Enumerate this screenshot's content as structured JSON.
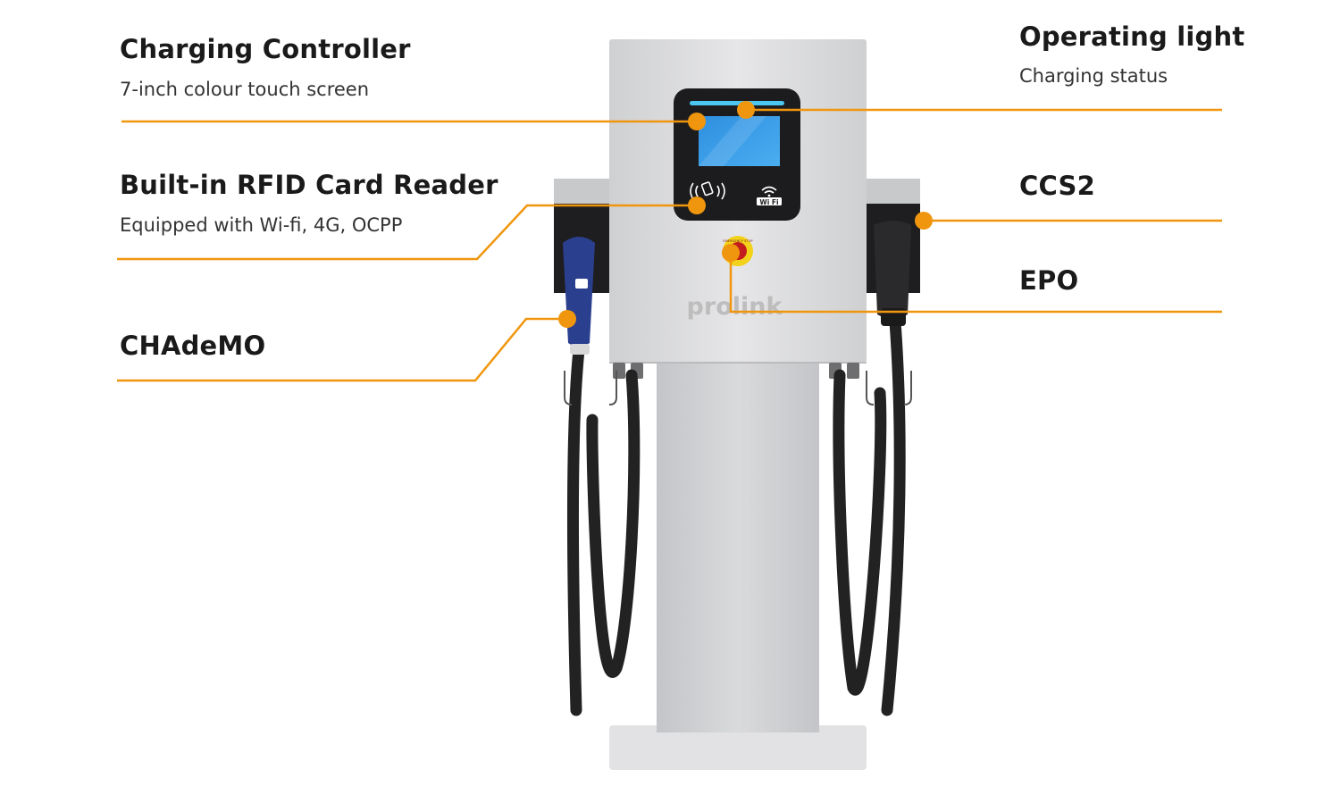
{
  "colors": {
    "callout": "#f0960e",
    "body": "#dcdcde",
    "screen_frame": "#1c1c1e",
    "screen": "#3a9de8",
    "led": "#4cc6f0",
    "cable": "#222222",
    "chademo_blue": "#2b3f8f",
    "logo": "#bdbdbd"
  },
  "callouts": {
    "charging_controller": {
      "title": "Charging Controller",
      "subtitle": "7-inch colour touch screen"
    },
    "rfid_reader": {
      "title": "Built-in RFID Card Reader",
      "subtitle": "Equipped with Wi-fi, 4G,  OCPP"
    },
    "chademo": {
      "title": "CHAdeMO"
    },
    "operating_light": {
      "title": "Operating light",
      "subtitle": "Charging status"
    },
    "ccs2": {
      "title": "CCS2"
    },
    "epo": {
      "title": "EPO"
    }
  },
  "device": {
    "brand_logo": "prolink",
    "wifi_label": "Wi Fi",
    "epo_button_text": "EMERGENCY STOP"
  }
}
